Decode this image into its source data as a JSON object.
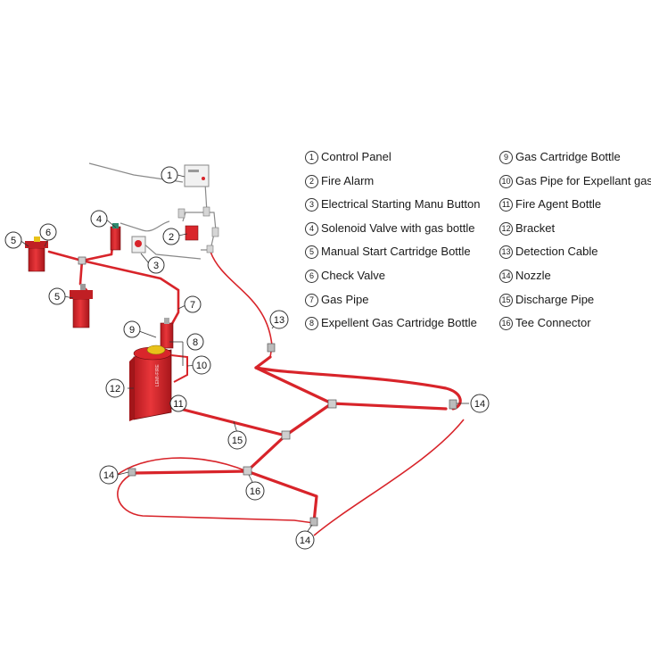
{
  "legend_left": [
    {
      "num": "1",
      "label": "Control Panel"
    },
    {
      "num": "2",
      "label": "Fire Alarm"
    },
    {
      "num": "3",
      "label": "Electrical Starting Manu Button"
    },
    {
      "num": "4",
      "label": "Solenoid Valve with gas bottle"
    },
    {
      "num": "5",
      "label": "Manual Start Cartridge Bottle"
    },
    {
      "num": "6",
      "label": "Check Valve"
    },
    {
      "num": "7",
      "label": "Gas Pipe"
    },
    {
      "num": "8",
      "label": "Expellent Gas Cartridge Bottle"
    }
  ],
  "legend_right": [
    {
      "num": "9",
      "label": "Gas Cartridge Bottle"
    },
    {
      "num": "10",
      "label": "Gas Pipe for Expellant gas"
    },
    {
      "num": "11",
      "label": "Fire Agent Bottle"
    },
    {
      "num": "12",
      "label": "Bracket"
    },
    {
      "num": "13",
      "label": "Detection Cable"
    },
    {
      "num": "14",
      "label": "Nozzle"
    },
    {
      "num": "15",
      "label": "Discharge Pipe"
    },
    {
      "num": "16",
      "label": "Tee Connector"
    }
  ],
  "callouts": {
    "c1": "1",
    "c2": "2",
    "c3": "3",
    "c4": "4",
    "c5a": "5",
    "c5b": "5",
    "c6": "6",
    "c7": "7",
    "c8": "8",
    "c9": "9",
    "c10": "10",
    "c11": "11",
    "c12": "12",
    "c13": "13",
    "c14a": "14",
    "c14b": "14",
    "c14c": "14",
    "c15": "15",
    "c16": "16"
  },
  "colors": {
    "pipe": "#d8242a",
    "bottle": "#d9262b",
    "cartridge_cap": "#e8c21a",
    "wire": "#8a8a8a"
  },
  "bottle_text": "LEMI-FIRE"
}
